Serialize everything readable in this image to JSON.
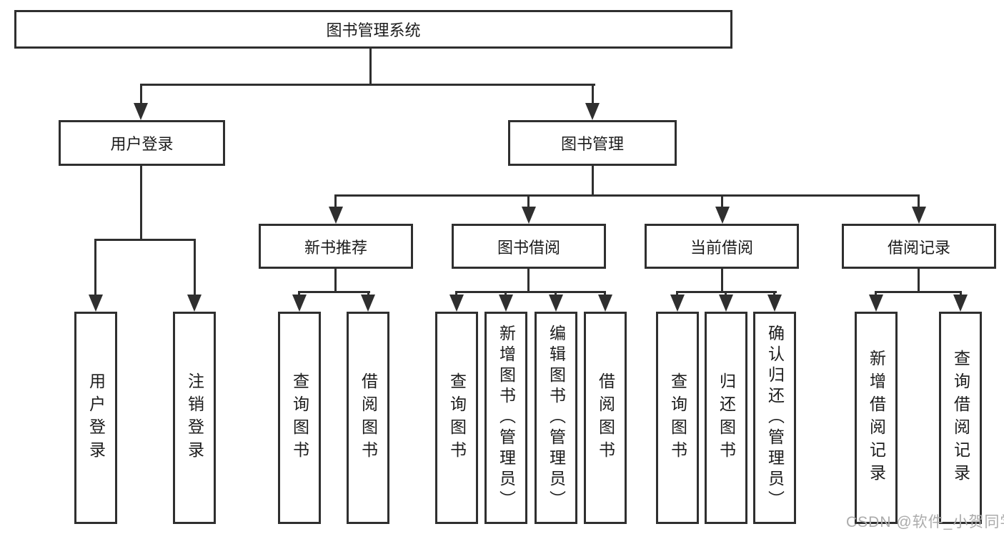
{
  "root": {
    "label": "图书管理系统"
  },
  "branches": {
    "user_login": {
      "label": "用户登录"
    },
    "book_mgmt": {
      "label": "图书管理"
    }
  },
  "modules": {
    "new_book": {
      "label": "新书推荐"
    },
    "book_borrow": {
      "label": "图书借阅"
    },
    "current_borrow": {
      "label": "当前借阅"
    },
    "borrow_record": {
      "label": "借阅记录"
    }
  },
  "functions": {
    "user_login_1": "用户登录",
    "user_login_2": "注销登录",
    "new_book_1": "查询图书",
    "new_book_2": "借阅图书",
    "book_borrow_1": "查询图书",
    "book_borrow_2": "新增图书（管理员）",
    "book_borrow_3": "编辑图书（管理员）",
    "book_borrow_4": "借阅图书",
    "current_borrow_1": "查询图书",
    "current_borrow_2": "归还图书",
    "current_borrow_3": "确认归还（管理员）",
    "borrow_record_1": "新增借阅记录",
    "borrow_record_2": "查询借阅记录"
  },
  "watermark": "CSDN @软件_小贺同学",
  "colors": {
    "line": "#2f2f2f",
    "text": "#1c1c1c",
    "watermark": "#ababab",
    "background": "#ffffff"
  }
}
